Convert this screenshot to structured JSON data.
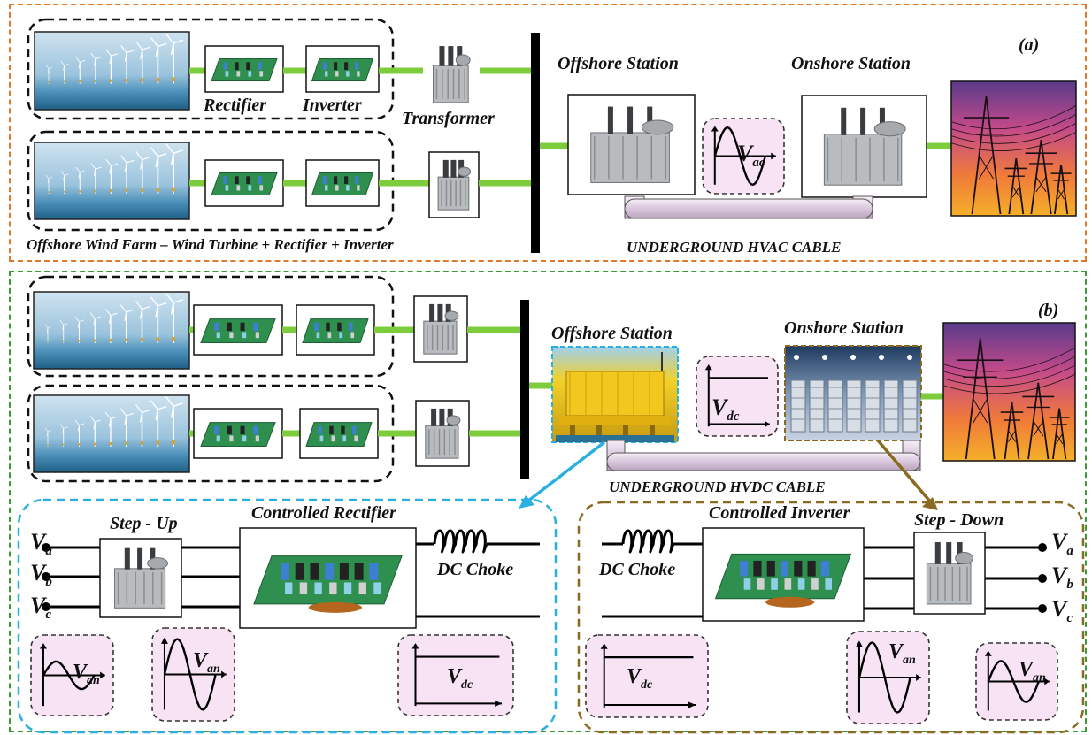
{
  "panel_a": {
    "tag": "(a)",
    "rectifier": "Rectifier",
    "inverter": "Inverter",
    "transformer": "Transformer",
    "offshore_station": "Offshore Station",
    "onshore_station": "Onshore Station",
    "wave_main": "V",
    "wave_sub": "ac",
    "farm_caption": "Offshore Wind Farm – Wind Turbine + Rectifier + Inverter",
    "cable": "UNDERGROUND HVAC CABLE"
  },
  "panel_b": {
    "tag": "(b)",
    "offshore_station": "Offshore Station",
    "onshore_station": "Onshore Station",
    "wave_main": "V",
    "wave_sub": "dc",
    "cable": "UNDERGROUND HVDC CABLE",
    "left_detail": {
      "step_up": "Step - Up",
      "controlled_rectifier": "Controlled Rectifier",
      "dc_choke": "DC Choke",
      "va": "V",
      "va_sub": "a",
      "vb": "V",
      "vb_sub": "b",
      "vc": "V",
      "vc_sub": "c",
      "w1_main": "V",
      "w1_sub": "an",
      "w2_main": "V",
      "w2_sub": "an",
      "w3_main": "V",
      "w3_sub": "dc"
    },
    "right_detail": {
      "controlled_inverter": "Controlled Inverter",
      "step_down": "Step - Down",
      "dc_choke": "DC Choke",
      "va": "V",
      "va_sub": "a",
      "vb": "V",
      "vb_sub": "b",
      "vc": "V",
      "vc_sub": "c",
      "w1_main": "V",
      "w1_sub": "dc",
      "w2_main": "V",
      "w2_sub": "an",
      "w3_main": "V",
      "w3_sub": "an"
    }
  },
  "colors": {
    "panel_a_border": "#e07a2a",
    "panel_b_border": "#3a9a3a",
    "green_line": "#7ccc3c",
    "cable_fill": "#e8d8ea",
    "wave_box": "#f7e3f4",
    "left_detail_border": "#2ab0e0",
    "right_detail_border": "#8a6a20",
    "sky": "#9bc3dd",
    "sea": "#2a6f94",
    "sunset_top": "#c44a8a",
    "sunset_bottom": "#f59a2a"
  }
}
